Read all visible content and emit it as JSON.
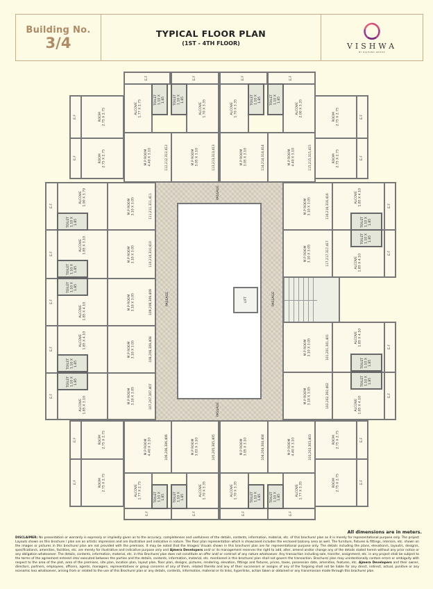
{
  "header": {
    "building_label": "Building No.",
    "building_number": "3/4",
    "title": "TYPICAL FLOOR PLAN",
    "subtitle": "(1ST - 4TH FLOOR)",
    "logo_name": "VISHWA",
    "logo_sub": "BY RAJHANS GROUP"
  },
  "plan": {
    "passage_label": "PASSAGE",
    "lift_label": "LIFT",
    "rooms": [
      {
        "name": "E.F"
      },
      {
        "name": "E.F"
      },
      {
        "name": "E.F"
      },
      {
        "name": "E.F"
      },
      {
        "name": "E.F"
      },
      {
        "name": "E.F"
      },
      {
        "name": "ROOM",
        "size": "2.75 X 2.75"
      },
      {
        "name": "ROOM",
        "size": "2.75 X 2.75"
      },
      {
        "name": "ALCOVE",
        "size": "1.77 X 2.75"
      },
      {
        "name": "TOILET",
        "size": "1.10 X 1.85"
      },
      {
        "name": "TOILET",
        "size": "1.10 X 1.85"
      },
      {
        "name": "ALCOVE",
        "size": "1.70 X 3.35"
      },
      {
        "name": "M.P ROOM",
        "size": "4.40 X 3.10",
        "flats": "112,212,312,412"
      },
      {
        "name": "M.P ROOM",
        "size": "3.05 X 3.10",
        "flats": "113,213,313,413"
      },
      {
        "name": "ALCOVE",
        "size": "1.70 X 3.35"
      },
      {
        "name": "TOILET",
        "size": "1.10 X 1.85"
      },
      {
        "name": "TOILET",
        "size": "1.10 X 1.85"
      },
      {
        "name": "ALCOVE",
        "size": "2.00 X 3.35"
      },
      {
        "name": "M.P ROOM",
        "size": "3.05 X 3.10",
        "flats": "114,214,314,414"
      },
      {
        "name": "M.P ROOM",
        "size": "4.40 X 3.10",
        "flats": "115,215,315,415"
      },
      {
        "name": "ROOM",
        "size": "2.75 X 2.75"
      },
      {
        "name": "ROOM",
        "size": "2.75 X 2.75"
      },
      {
        "name": "E.F"
      },
      {
        "name": "E.F"
      },
      {
        "name": "E.F"
      },
      {
        "name": "ALCOVE",
        "size": "1.90 X 3.79"
      },
      {
        "name": "TOILET",
        "size": "1.10 X 1.85"
      },
      {
        "name": "M.P ROOM",
        "size": "3.10 X 3.05",
        "flats": "111,211,311,411"
      },
      {
        "name": "E.F"
      },
      {
        "name": "ALCOVE",
        "size": "1.85 X 3.10"
      },
      {
        "name": "TOILET",
        "size": "1.10 X 1.85"
      },
      {
        "name": "M.P ROOM",
        "size": "3.10 X 3.05",
        "flats": "110,210,310,410"
      },
      {
        "name": "E.F"
      },
      {
        "name": "ALCOVE",
        "size": "1.85 X 4.10"
      },
      {
        "name": "TOILET",
        "size": "1.10 X 1.85"
      },
      {
        "name": "M.P ROOM",
        "size": "3.10 X 3.05",
        "flats": "109,209,309,409"
      },
      {
        "name": "E.F"
      },
      {
        "name": "ALCOVE",
        "size": "1.85 X 4.10"
      },
      {
        "name": "TOILET",
        "size": "1.10 X 1.85"
      },
      {
        "name": "M.P ROOM",
        "size": "3.10 X 3.05",
        "flats": "108,208,308,408"
      },
      {
        "name": "E.F"
      },
      {
        "name": "ALCOVE",
        "size": "1.85 X 3.10"
      },
      {
        "name": "TOILET",
        "size": "1.10 X 1.85"
      },
      {
        "name": "M.P ROOM",
        "size": "3.10 X 3.05",
        "flats": "107,207,307,407"
      },
      {
        "name": "M.P ROOM",
        "size": "3.10 X 3.05",
        "flats": "116,216,316,416"
      },
      {
        "name": "ALCOVE",
        "size": "1.85 X 4.10"
      },
      {
        "name": "TOILET",
        "size": "1.10 X 1.85"
      },
      {
        "name": "E.F"
      },
      {
        "name": "M.P ROOM",
        "size": "3.10 X 3.05",
        "flats": "117,217,317,417"
      },
      {
        "name": "ALCOVE",
        "size": "1.85 X 4.10"
      },
      {
        "name": "TOILET",
        "size": "1.10 X 1.85"
      },
      {
        "name": "E.F"
      },
      {
        "name": "M.P ROOM",
        "size": "3.10 X 3.05",
        "flats": "101,201,301,401"
      },
      {
        "name": "ALCOVE",
        "size": "1.85 X 4.10"
      },
      {
        "name": "TOILET",
        "size": "1.10 X 1.85"
      },
      {
        "name": "E.F"
      },
      {
        "name": "M.P ROOM",
        "size": "3.10 X 3.05",
        "flats": "102,202,302,402"
      },
      {
        "name": "ALCOVE",
        "size": "1.85 X 4.10"
      },
      {
        "name": "TOILET",
        "size": "1.10 X 1.85"
      },
      {
        "name": "E.F"
      },
      {
        "name": "E.F"
      },
      {
        "name": "E.F"
      },
      {
        "name": "ROOM",
        "size": "2.75 X 2.75"
      },
      {
        "name": "ROOM",
        "size": "2.75 X 2.75"
      },
      {
        "name": "M.P ROOM",
        "size": "4.40 X 3.10",
        "flats": "106,206,306,406"
      },
      {
        "name": "M.P ROOM",
        "size": "3.03 X 3.10",
        "flats": "105,205,305,405"
      },
      {
        "name": "M.P ROOM",
        "size": "3.05 X 3.10",
        "flats": "104,204,304,404"
      },
      {
        "name": "M.P ROOM",
        "size": "4.40 X 3.10",
        "flats": "103,203,303,403"
      },
      {
        "name": "ALCOVE",
        "size": "1.77 X 2.75"
      },
      {
        "name": "TOILET",
        "size": "1.10 X 1.85"
      },
      {
        "name": "TOILET",
        "size": "1.10 X 1.85"
      },
      {
        "name": "ALCOVE",
        "size": "1.70 X 3.35"
      },
      {
        "name": "ALCOVE",
        "size": "1.70 X 3.35"
      },
      {
        "name": "TOILET",
        "size": "1.10 X 1.85"
      },
      {
        "name": "TOILET",
        "size": "1.10 X 1.85"
      },
      {
        "name": "ALCOVE",
        "size": "1.77 X 3.35"
      },
      {
        "name": "ROOM",
        "size": "2.75 X 2.75"
      },
      {
        "name": "ROOM",
        "size": "2.75 X 2.75"
      },
      {
        "name": "E.F"
      },
      {
        "name": "E.F"
      },
      {
        "name": "E.F"
      },
      {
        "name": "E.F"
      },
      {
        "name": "E.F"
      },
      {
        "name": "E.F"
      }
    ]
  },
  "footer": {
    "dimensions_note": "All dimensions are in meters.",
    "disclaimer_label": "DISCLAIMER:",
    "disclaimer_part1": "No presentation or warranty is expressly or impliedly given as to the accuracy, completeness and usefulness of the details, contents, information, material, etc. of this brochure/ plan as it is merely for representational purpose only. The project Layouts shown on this brochure / plan are an artistic impression and are illustrative and indicative in nature. The floor plan representation which is showcased includes the enclosed balcony area as well. The furniture, fixtures & fittings, interiors, etc. shown on the images or pictures in this brochure/ plan are not provided with the premises. It may be noted that the Images/ Visuals shown in this brochure/ plan are for representational purpose only. The details including the plans, elevation/s, layout/s, design/s, specification/s, amenities, facilities, etc. are merely for illustrative and indicative purpose only and",
    "developer_1": "Ajmera Developers",
    "disclaimer_part2": "and/ or its management reserves the right to add, alter, amend and/or change any of the details stated herein without any prior notice or any obligation whatsoever. The details, contents, information, material, etc. in this Brochure/ plan does not constitute an offer and/ or contract of any nature whatsoever. Any transaction including sale, transfer, assignment, etc. in any project shall be subject to the terms of the agreement entered into/ executed between the parties and the details, contents, information, material, etc. mentioned in this brochure/ plan shall not govern the transaction. Brochure/ plan may unintentionally contain errors or ambiguity with respect to the area of the plot, area of the premises, site plan, location plan, layout plan, floor plan, designs, pictures, rendering, elevation, fittings and fixtures, prices, taxes, possession date, amenities, features, etc.",
    "developer_2": "Ajmera Developers",
    "disclaimer_part3": "and their owner, directors, partners, employees, officers, agents, managers, representatives or group concerns of any of them, related thereto and any of their successors or assigns of any of the forgoing shall not be liable for any direct, indirect, actual, punitive or any economic loss whatsoever, arising from or related to the use of this Brochure/ plan or any details, contents, information, material or its links, hyperlinks, action taken or obtained or any transmission made through this brochure/ plan."
  }
}
